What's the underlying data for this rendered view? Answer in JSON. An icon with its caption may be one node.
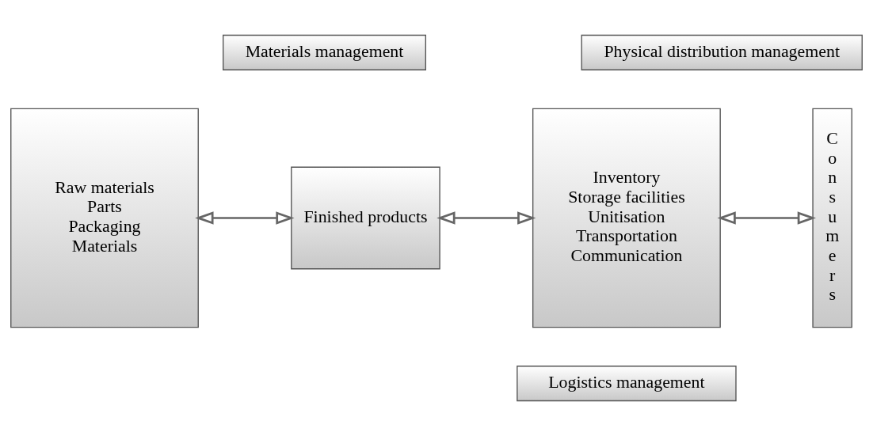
{
  "diagram": {
    "nodes": [
      {
        "text": [
          "Materials management"
        ]
      },
      {
        "text": [
          "Physical distribution management"
        ]
      },
      {
        "text": [
          "Raw materials",
          "Parts",
          "Packaging",
          "Materials"
        ]
      },
      {
        "text": [
          "Finished products"
        ]
      },
      {
        "text": [
          "Inventory",
          "Storage facilities",
          "Unitisation",
          "Transportation",
          "Communication"
        ]
      },
      {
        "text": [
          "Consumers"
        ]
      },
      {
        "text": [
          "Logistics management"
        ]
      }
    ],
    "edges": [
      {
        "from": 2,
        "to": 3,
        "arrow": "both"
      },
      {
        "from": 3,
        "to": 4,
        "arrow": "both"
      },
      {
        "from": 4,
        "to": 5,
        "arrow": "both"
      }
    ]
  }
}
